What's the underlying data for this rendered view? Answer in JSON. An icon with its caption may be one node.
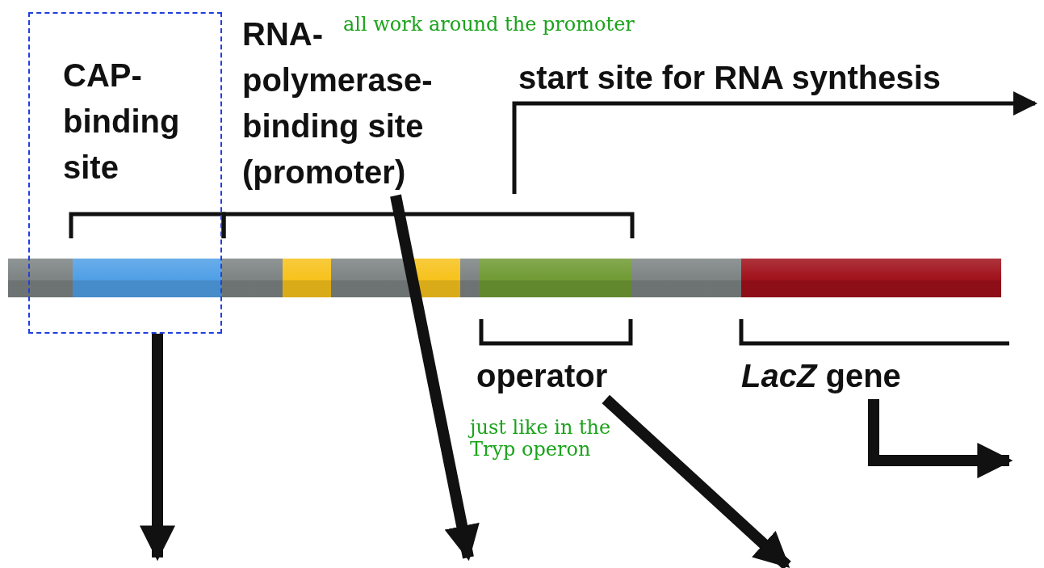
{
  "diagram": {
    "nodes": [
      {
        "text": [],
        "shape": "box"
      },
      {
        "text": [
          "CAP-binding site"
        ],
        "in": 0
      },
      {
        "text": [
          "RNA-polymerase-binding site (promoter)"
        ]
      },
      {
        "text": [
          "start site for RNA synthesis"
        ]
      },
      {
        "text": [
          "operator"
        ]
      },
      {
        "text": [
          "*LacZ* gene"
        ]
      }
    ],
    "edges": [
      {
        "from": 0,
        "to": null,
        "arrow": "to"
      },
      {
        "from": 2,
        "to": null,
        "arrow": "to"
      },
      {
        "from": 4,
        "to": null,
        "arrow": "to"
      },
      {
        "from": 5,
        "to": null,
        "arrow": "to"
      }
    ],
    "labels": [
      "all work around the promoter",
      "just like in the Tryp operon"
    ]
  }
}
